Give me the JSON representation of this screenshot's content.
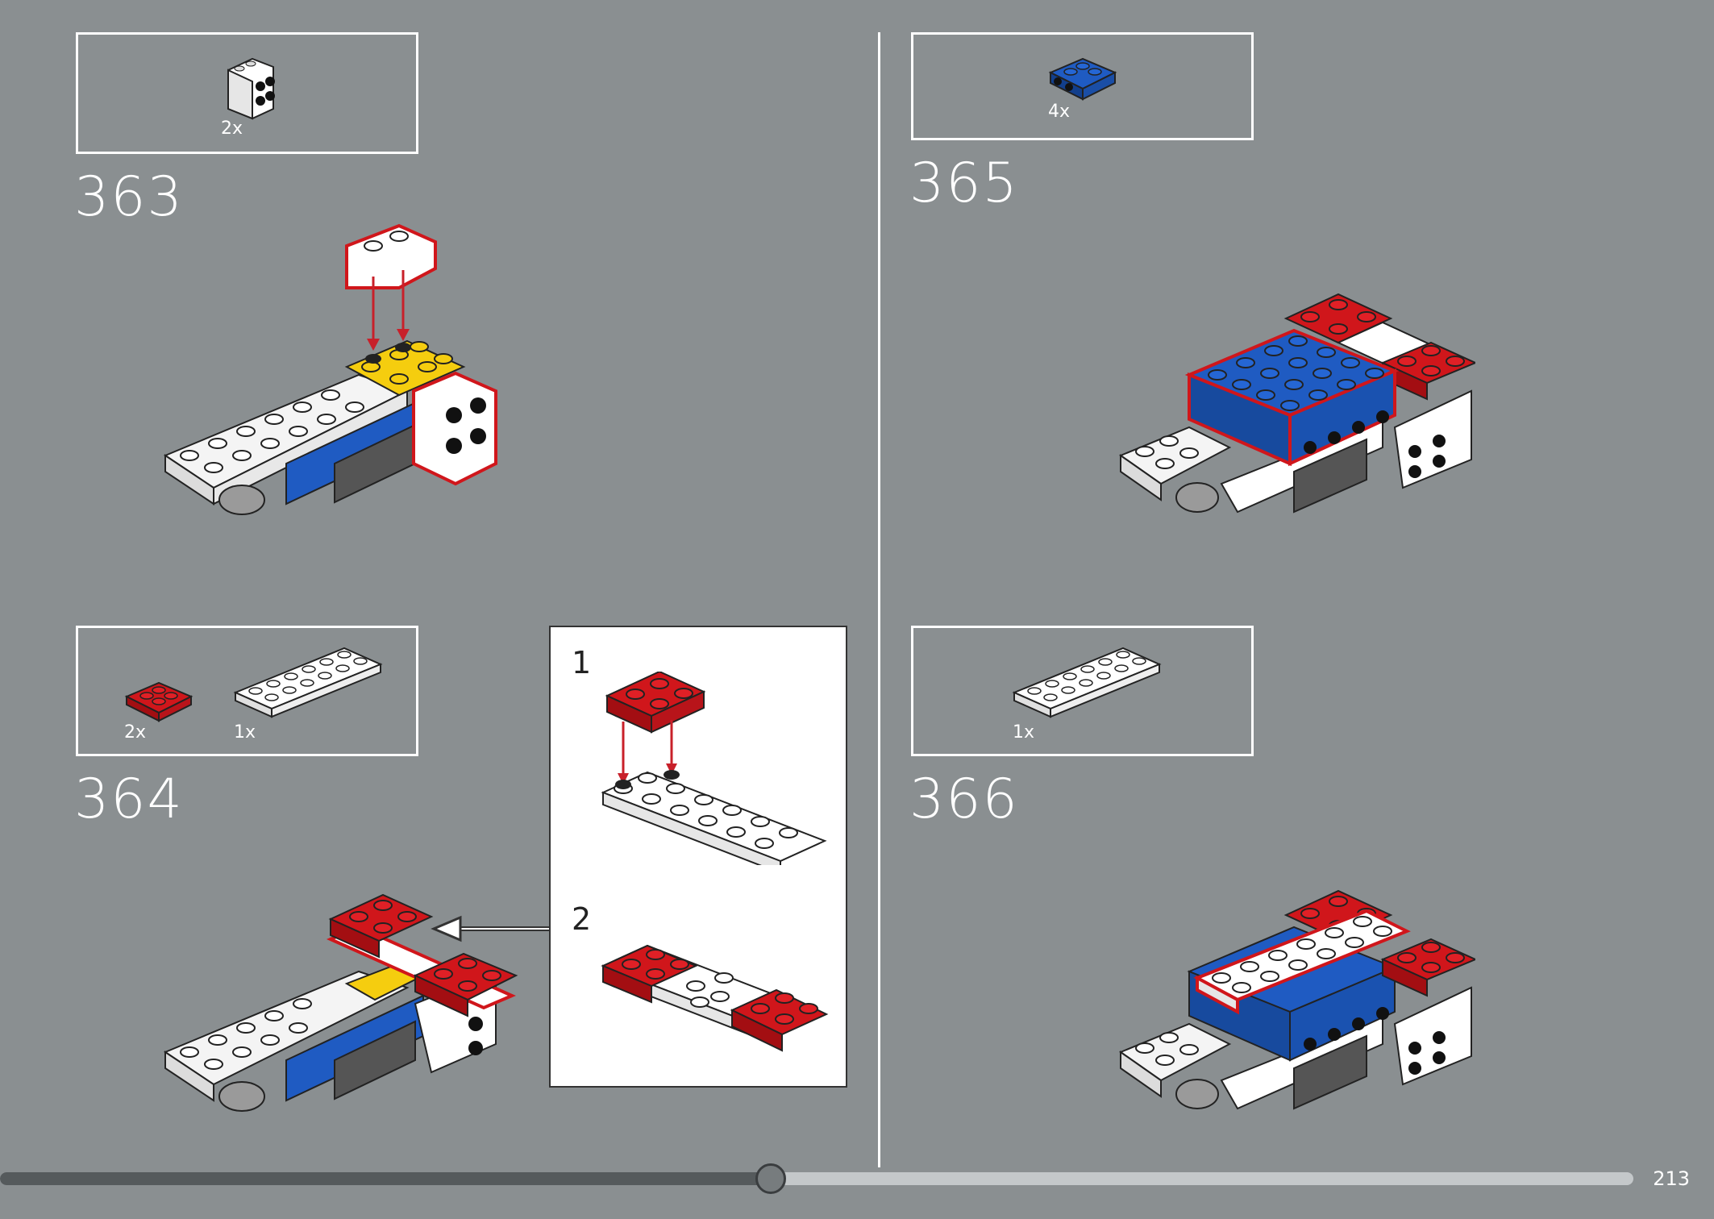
{
  "steps": [
    {
      "number": "363",
      "parts": [
        {
          "qty": "2x",
          "name": "white bracket 1x2-2x2"
        }
      ]
    },
    {
      "number": "364",
      "parts": [
        {
          "qty": "2x",
          "name": "red plate 2x2"
        },
        {
          "qty": "1x",
          "name": "white plate 2x6"
        }
      ]
    },
    {
      "number": "365",
      "parts": [
        {
          "qty": "4x",
          "name": "blue brick with side studs"
        }
      ]
    },
    {
      "number": "366",
      "parts": [
        {
          "qty": "1x",
          "name": "white plate 2x6"
        }
      ]
    }
  ],
  "callout": {
    "sub_steps": [
      "1",
      "2"
    ]
  },
  "progress": {
    "fraction": 0.472
  },
  "page": {
    "number": "213"
  },
  "colors": {
    "background": "#8a8f91",
    "red": "#d0161b",
    "blue": "#1f5bc2",
    "yellow": "#f5cd0f",
    "white": "#ffffff"
  }
}
